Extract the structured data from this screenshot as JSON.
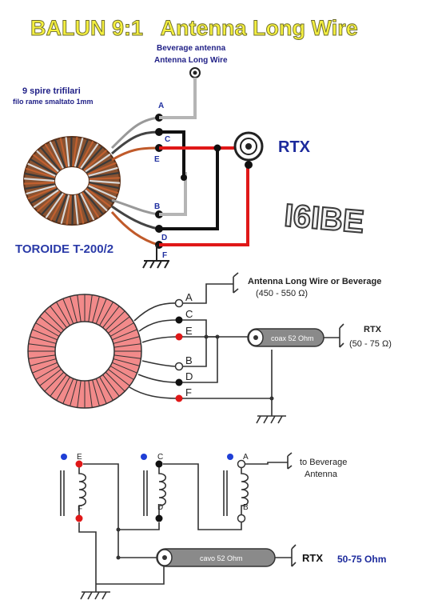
{
  "title": "BALUN 9:1   Antenna Long Wire",
  "section1": {
    "antenna_label_1": "Beverage antenna",
    "antenna_label_2": "Antenna Long Wire",
    "winding_label_1": "9 spire trifilari",
    "winding_label_2": "filo rame smaltato 1mm",
    "terminals": [
      "A",
      "C",
      "E",
      "B",
      "D",
      "F"
    ],
    "rtx_label": "RTX",
    "toroid_label": "TOROIDE T-200/2",
    "callsign": "I6IBE"
  },
  "section2": {
    "terminals": [
      "A",
      "C",
      "E",
      "B",
      "D",
      "F"
    ],
    "antenna_label": "Antenna Long Wire or Beverage",
    "antenna_impedance": "(450 - 550 Ω)",
    "coax_label": "coax 52 Ohm",
    "rtx_label": "RTX",
    "rtx_impedance": "(50 - 75 Ω)"
  },
  "section3": {
    "coil_top": [
      "E",
      "C",
      "A"
    ],
    "coil_bottom": [
      "F",
      "D",
      "B"
    ],
    "antenna_label_1": "to Beverage",
    "antenna_label_2": "Antenna",
    "cable_label": "cavo 52 Ohm",
    "rtx_label": "RTX",
    "rtx_impedance": "50-75 Ohm"
  },
  "colors": {
    "title_yellow": "#f4ef3f",
    "wire_red": "#e01818",
    "wire_grey": "#b5b5b5",
    "toroid_pink": "#f28a8a",
    "dot_blue": "#1f3fd6",
    "label_blue": "#1c2a9c"
  }
}
